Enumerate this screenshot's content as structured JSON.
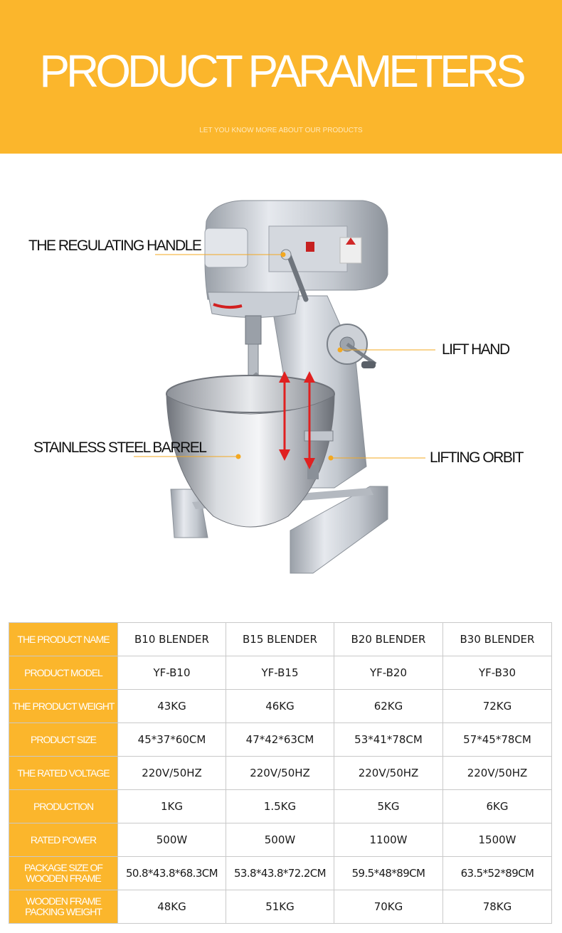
{
  "header": {
    "title": "PRODUCT PARAMETERS",
    "subtitle": "LET YOU KNOW MORE ABOUT OUR PRODUCTS"
  },
  "illustration": {
    "callouts": {
      "regulating_handle": "THE REGULATING HANDLE",
      "lift_hand": "LIFT HAND",
      "barrel": "STAINLESS STEEL BARREL",
      "lifting_orbit": "LIFTING ORBIT"
    }
  },
  "colors": {
    "accent": "#fbb62c",
    "arrow": "#e02020",
    "body_metal": "#c8ccd3"
  },
  "spec_table": {
    "rows": [
      {
        "label": "THE PRODUCT NAME",
        "values": [
          "B10 BLENDER",
          "B15 BLENDER",
          "B20 BLENDER",
          "B30 BLENDER"
        ]
      },
      {
        "label": "PRODUCT MODEL",
        "values": [
          "YF-B10",
          "YF-B15",
          "YF-B20",
          "YF-B30"
        ]
      },
      {
        "label": "THE PRODUCT WEIGHT",
        "values": [
          "43KG",
          "46KG",
          "62KG",
          "72KG"
        ]
      },
      {
        "label": "PRODUCT SIZE",
        "values": [
          "45*37*60CM",
          "47*42*63CM",
          "53*41*78CM",
          "57*45*78CM"
        ]
      },
      {
        "label": "THE RATED VOLTAGE",
        "values": [
          "220V/50HZ",
          "220V/50HZ",
          "220V/50HZ",
          "220V/50HZ"
        ]
      },
      {
        "label": "PRODUCTION",
        "values": [
          "1KG",
          "1.5KG",
          "5KG",
          "6KG"
        ]
      },
      {
        "label": "RATED POWER",
        "values": [
          "500W",
          "500W",
          "1100W",
          "1500W"
        ]
      },
      {
        "label": "PACKAGE SIZE OF WOODEN FRAME",
        "values": [
          "50.8*43.8*68.3CM",
          "53.8*43.8*72.2CM",
          "59.5*48*89CM",
          "63.5*52*89CM"
        ]
      },
      {
        "label": "WOODEN FRAME PACKING WEIGHT",
        "values": [
          "48KG",
          "51KG",
          "70KG",
          "78KG"
        ]
      }
    ]
  }
}
